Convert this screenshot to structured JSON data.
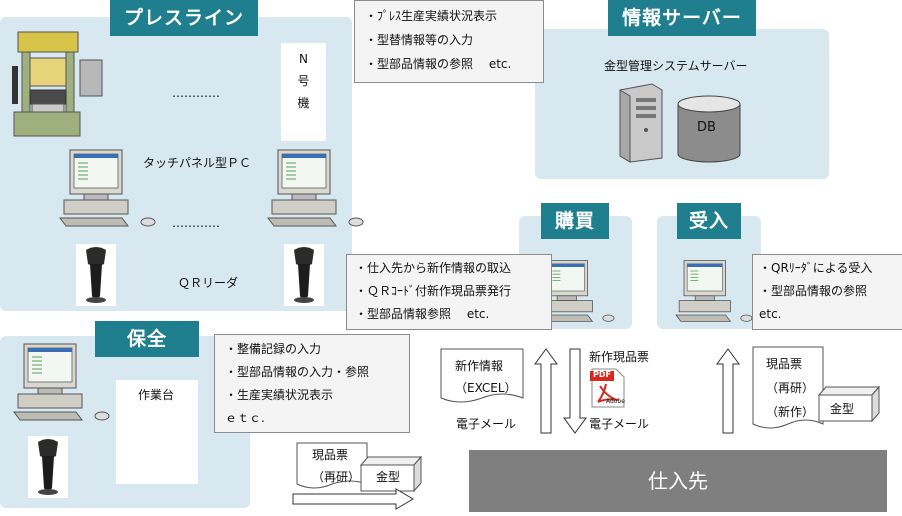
{
  "press": {
    "title": "プレスライン",
    "machine_label": "N\n号\n機",
    "dots1": "…………",
    "dots2": "…………",
    "panel_label": "タッチパネル型ＰＣ",
    "reader_label": "ＱＲリーダ"
  },
  "press_note": [
    "・ﾌﾟﾚｽ生産実績状況表示",
    "・型替情報等の入力",
    "・型部品情報の参照　 etc."
  ],
  "server": {
    "title": "情報サーバー",
    "label": "金型管理システムサーバー",
    "db_label": "DB"
  },
  "purchase": {
    "title": "購買"
  },
  "receive": {
    "title": "受入"
  },
  "purchase_note": [
    "・仕入先から新作情報の取込",
    "・ＱＲｺｰﾄﾞ付新作現品票発行",
    "・型部品情報参照　 etc."
  ],
  "receive_note": [
    "・QRﾘｰﾀﾞによる受入",
    "・型部品情報の参照",
    "etc."
  ],
  "maint": {
    "title": "保全",
    "bench_label": "作業台"
  },
  "maint_note": [
    "・整備記録の入力",
    "・型部品情報の入力・参照",
    "・生産実績状況表示",
    "ｅｔｃ."
  ],
  "flows": {
    "new_info": "新作情報\n（EXCEL）",
    "email1": "電子メール",
    "new_ticket": "新作現品票",
    "pdf_label": "PDF",
    "adobe": "Adobe",
    "email2": "電子メール",
    "ticket_right": "現品票\n（再研）\n（新作）",
    "die_right": "金型",
    "ticket_left": "現品票\n（再研）",
    "die_left": "金型"
  },
  "supplier": {
    "label": "仕入先"
  },
  "colors": {
    "title_bg": "#1f7f8f",
    "panel_bg": "#d8e8f0",
    "supplier_bg": "#7f7f7f"
  }
}
